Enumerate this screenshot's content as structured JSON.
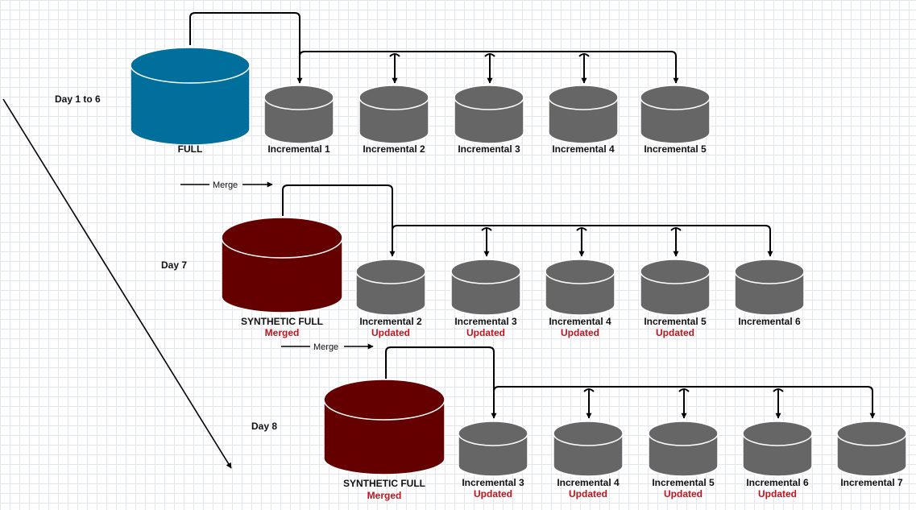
{
  "colors": {
    "full": "#006f9c",
    "synthetic": "#650000",
    "incremental": "#666666",
    "accent": "#c0141c"
  },
  "rows": [
    {
      "day": "Day 1 to 6",
      "main": {
        "label": "FULL",
        "sub": ""
      },
      "incrementals": [
        {
          "label": "Incremental 1",
          "sub": ""
        },
        {
          "label": "Incremental 2",
          "sub": ""
        },
        {
          "label": "Incremental 3",
          "sub": ""
        },
        {
          "label": "Incremental 4",
          "sub": ""
        },
        {
          "label": "Incremental 5",
          "sub": ""
        }
      ]
    },
    {
      "day": "Day 7",
      "merge": "Merge",
      "main": {
        "label": "SYNTHETIC FULL",
        "sub": "Merged"
      },
      "incrementals": [
        {
          "label": "Incremental 2",
          "sub": "Updated"
        },
        {
          "label": "Incremental 3",
          "sub": "Updated"
        },
        {
          "label": "Incremental 4",
          "sub": "Updated"
        },
        {
          "label": "Incremental 5",
          "sub": "Updated"
        },
        {
          "label": "Incremental 6",
          "sub": ""
        }
      ]
    },
    {
      "day": "Day 8",
      "merge": "Merge",
      "main": {
        "label": "SYNTHETIC FULL",
        "sub": "Merged"
      },
      "incrementals": [
        {
          "label": "Incremental 3",
          "sub": "Updated"
        },
        {
          "label": "Incremental 4",
          "sub": "Updated"
        },
        {
          "label": "Incremental 5",
          "sub": "Updated"
        },
        {
          "label": "Incremental 6",
          "sub": "Updated"
        },
        {
          "label": "Incremental 7",
          "sub": ""
        }
      ]
    }
  ]
}
